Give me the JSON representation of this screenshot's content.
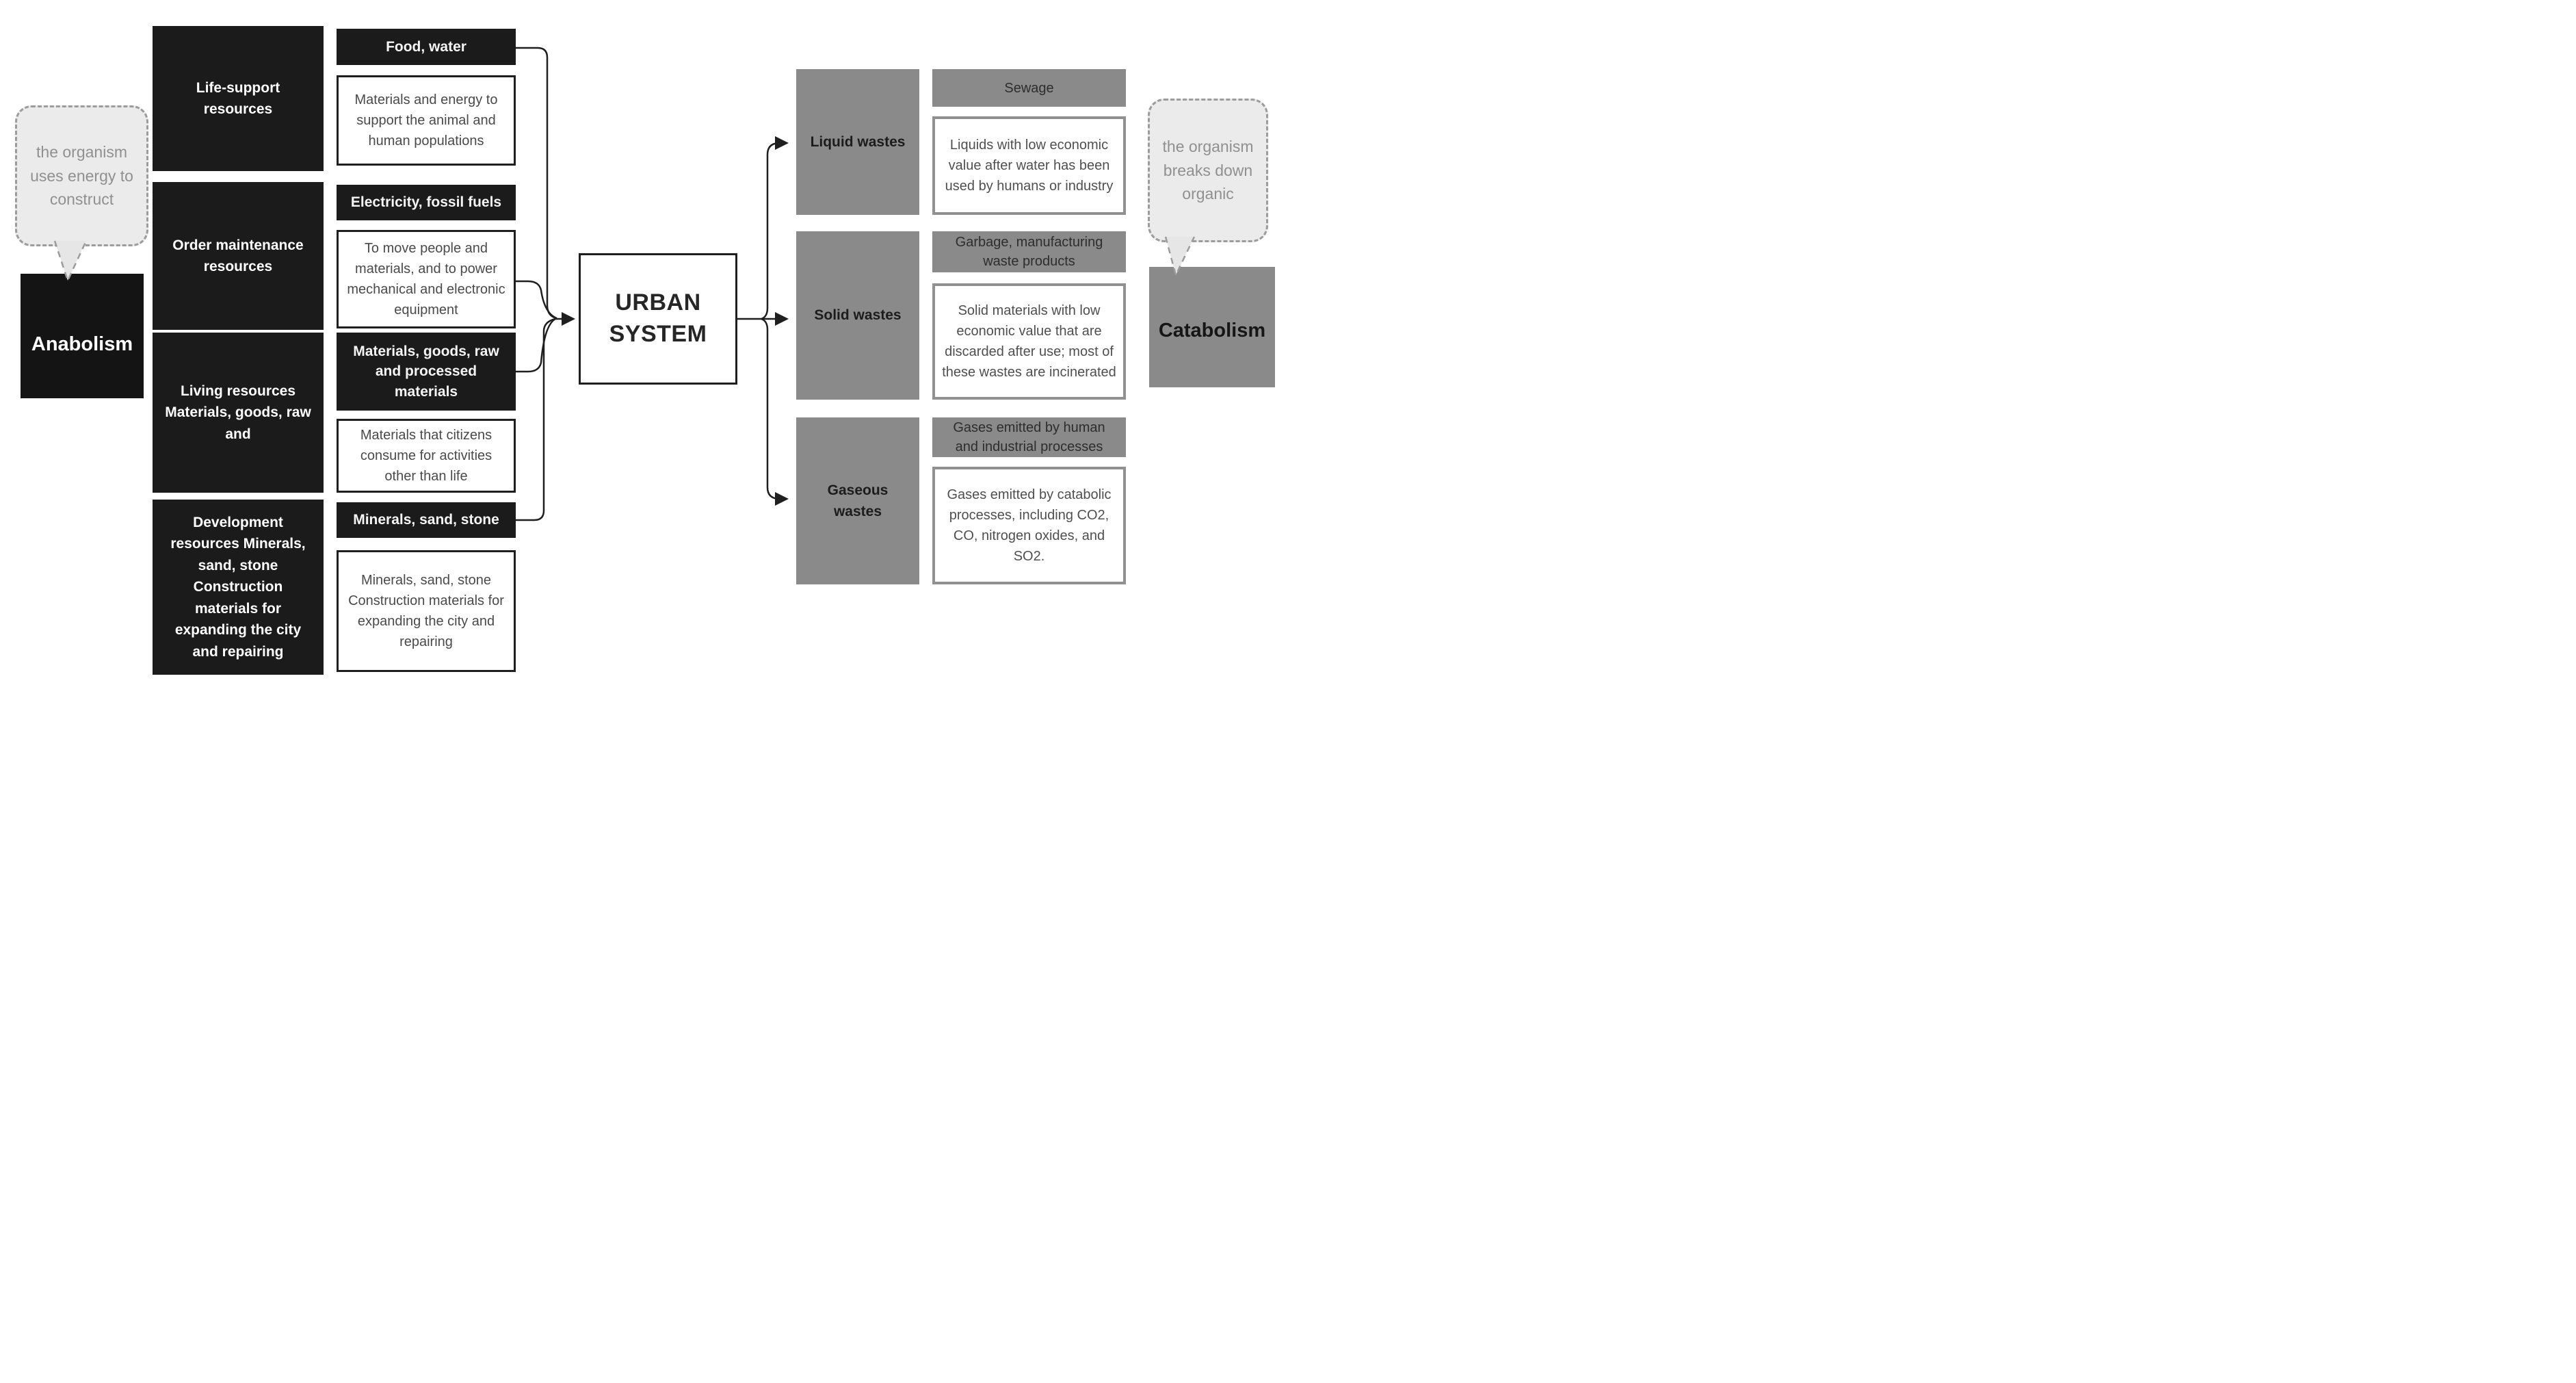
{
  "diagram": {
    "center_label": "URBAN SYSTEM",
    "left_note": "the organism uses energy to construct",
    "left_process": "Anabolism",
    "right_note": "the organism breaks down organic",
    "right_process": "Catabolism",
    "inputs": [
      {
        "category": "Life-support resources",
        "item": "Food, water",
        "description": "Materials and energy to support the animal and human populations"
      },
      {
        "category": "Order maintenance resources",
        "item": "Electricity, fossil fuels",
        "description": "To move people and materials, and to power mechanical and electronic equipment"
      },
      {
        "category": "Living resources Materials, goods, raw and",
        "item": "Materials, goods, raw and processed materials",
        "description": "Materials that citizens consume for activities other than life"
      },
      {
        "category": "Development resources Minerals, sand, stone Construction materials for expanding the city and repairing",
        "item": "Minerals, sand, stone",
        "description": "Minerals, sand, stone Construction materials for expanding the city and repairing"
      }
    ],
    "outputs": [
      {
        "category": "Liquid wastes",
        "item": "Sewage",
        "description": "Liquids with low economic value after water has been used by humans or industry"
      },
      {
        "category": "Solid wastes",
        "item": "Garbage, manufacturing waste products",
        "description": "Solid materials with low economic value that are discarded after use; most of these wastes are incinerated"
      },
      {
        "category": "Gaseous wastes",
        "item": "Gases emitted by human and industrial processes",
        "description": "Gases emitted by catabolic processes, including CO2, CO, nitrogen oxides, and SO2."
      }
    ],
    "colors": {
      "black_box": "#1b1b1b",
      "gray_box": "#8a8a8a",
      "bubble_fill": "#ebebeb",
      "bubble_border": "#9c9c9c",
      "bubble_text": "#909090",
      "description_text": "#4f4f4f",
      "connector_line": "#1f1f1f"
    }
  }
}
